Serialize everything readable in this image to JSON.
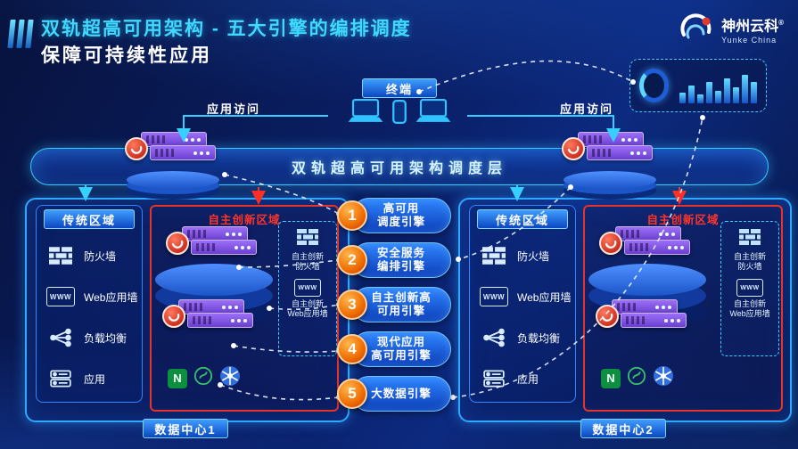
{
  "header": {
    "title": "双轨超高可用架构 - 五大引擎的编排调度",
    "subtitle": "保障可持续性应用"
  },
  "logo": {
    "brand": "神州云科",
    "reg": "®",
    "brand_en": "Yunke China"
  },
  "top": {
    "terminal": "终端",
    "access_left": "应用访问",
    "access_right": "应用访问"
  },
  "scheduling": {
    "label": "双轨超高可用架构调度层"
  },
  "engines": [
    {
      "num": "1",
      "line1": "高可用",
      "line2": "调度引擎"
    },
    {
      "num": "2",
      "line1": "安全服务",
      "line2": "编排引擎"
    },
    {
      "num": "3",
      "line1": "自主创新高",
      "line2": "可用引擎"
    },
    {
      "num": "4",
      "line1": "现代应用",
      "line2": "高可用引擎"
    },
    {
      "num": "5",
      "line1": "大数据引擎",
      "line2": ""
    }
  ],
  "icons": {
    "www": "WWW",
    "nginx": "N"
  },
  "monitor": {
    "bars": [
      12,
      20,
      10,
      24,
      14,
      28,
      18,
      32,
      24
    ]
  },
  "datacenters": [
    {
      "traditional": {
        "title": "传统区域",
        "items": [
          "防火墙",
          "Web应用墙",
          "负载均衡",
          "应用"
        ]
      },
      "innovation": {
        "title": "自主创新区域",
        "fw": {
          "line1": "自主创新",
          "line2": "防火墙"
        },
        "waf": {
          "line1": "自主创新",
          "line2": "Web应用墙"
        }
      },
      "footer": "数据中心1"
    },
    {
      "traditional": {
        "title": "传统区域",
        "items": [
          "防火墙",
          "Web应用墙",
          "负载均衡",
          "应用"
        ]
      },
      "innovation": {
        "title": "自主创新区域",
        "fw": {
          "line1": "自主创新",
          "line2": "防火墙"
        },
        "waf": {
          "line1": "自主创新",
          "line2": "Web应用墙"
        }
      },
      "footer": "数据中心2"
    }
  ],
  "colors": {
    "accent": "#3fd9ff",
    "red": "#ff2f26",
    "orange": "#f07818",
    "panel_border": "#2fa8ff",
    "purple": "#7e4fe8",
    "nginx_green": "#0c8f3f",
    "k8s_blue": "#2f6de0"
  }
}
